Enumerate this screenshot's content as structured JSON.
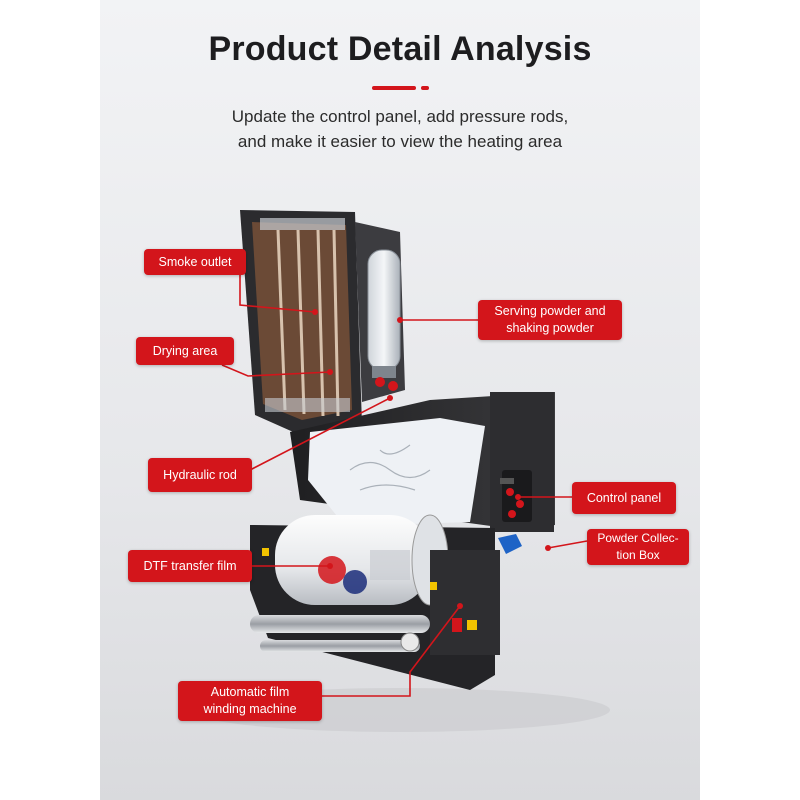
{
  "header": {
    "title": "Product Detail Analysis",
    "subtitle_line1": "Update the control panel, add pressure rods,",
    "subtitle_line2": "and make it easier to view the heating area"
  },
  "callouts": {
    "smoke_outlet": "Smoke outlet",
    "drying_area": "Drying area",
    "hydraulic_rod": "Hydraulic rod",
    "dtf_transfer_film": "DTF transfer film",
    "automatic_film_winding": "Automatic film\nwinding machine",
    "serving_powder": "Serving powder and\nshaking powder",
    "control_panel": "Control panel",
    "powder_collection_box": "Powder Collec-\ntion Box"
  },
  "colors": {
    "accent": "#d3151b",
    "title": "#1d1d1f",
    "machine_body": "#2a2a2c"
  }
}
